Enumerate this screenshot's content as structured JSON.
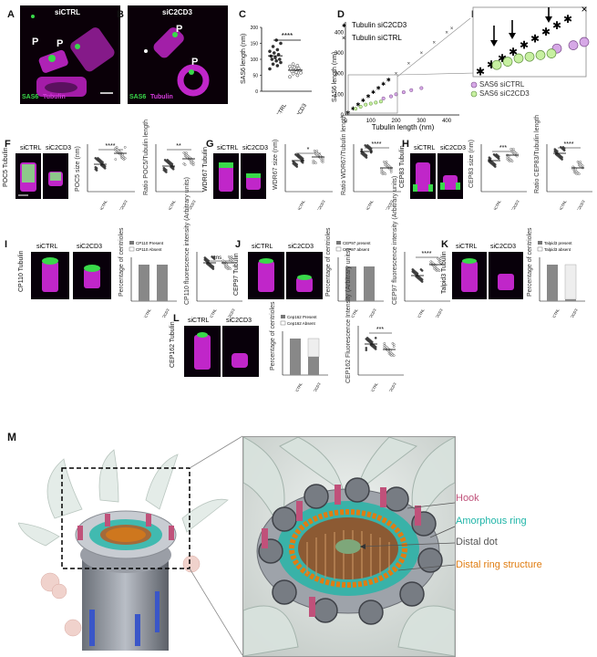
{
  "panels": {
    "A": {
      "letter": "A",
      "label": "siCTRL",
      "p_marks": [
        "P",
        "P"
      ],
      "legend_a": "SAS6",
      "legend_b": "Tubulin"
    },
    "B": {
      "letter": "B",
      "label": "siC2CD3",
      "p_marks": [
        "P",
        "P"
      ],
      "legend_a": "SAS6",
      "legend_b": "Tubulin"
    },
    "C": {
      "letter": "C",
      "ylabel": "SAS6 length (nm)",
      "sig": "****",
      "x_ticks": [
        "siCTRL",
        "siC2CD3"
      ],
      "y_ticks": [
        "0",
        "50",
        "100",
        "150",
        "200"
      ]
    },
    "D": {
      "letter": "D",
      "ylabel": "SAS6 length (nm)",
      "xlabel": "Tubulin length (nm)",
      "legend": [
        "Tubulin siC2CD3",
        "Tubulin siCTRL"
      ],
      "x_ticks": [
        "0",
        "100",
        "200",
        "300",
        "400"
      ],
      "y_ticks": [
        "0",
        "100",
        "200",
        "300",
        "400"
      ]
    },
    "E": {
      "letter": "E",
      "legend": [
        "SAS6 siCTRL",
        "SAS6 siC2CD3"
      ]
    },
    "F": {
      "letter": "F",
      "stain": "POC5 Tubulin",
      "labels": [
        "siCTRL",
        "siC2CD3"
      ],
      "sig1": "****",
      "sig2": "**",
      "y1": "POC5 size (nm)",
      "y2": "Ratio POC5/Tubulin length"
    },
    "G": {
      "letter": "G",
      "stain": "WDR67 Tubulin",
      "labels": [
        "siCTRL",
        "siC2CD3"
      ],
      "sig1": "*",
      "sig2": "****",
      "y1": "WDR67 size (nm)",
      "y2": "Ratio WDR67/Tubulin length"
    },
    "H": {
      "letter": "H",
      "stain": "CEP83 Tubulin",
      "labels": [
        "siCTRL",
        "siC2CD3"
      ],
      "sig1": "***",
      "sig2": "****",
      "y1": "CEP83 size (nm)",
      "y2": "Ratio CEP83/Tubulin length"
    },
    "I": {
      "letter": "I",
      "stain": "CP110 Tubulin",
      "labels": [
        "siCTRL",
        "siC2CD3"
      ],
      "legend": [
        "CP110 Present",
        "CP110 Absent"
      ],
      "sig": "ns",
      "y1": "Percentage of centrioles",
      "y2": "CP110 fluorescence intensity (Arbitrary units)"
    },
    "J": {
      "letter": "J",
      "stain": "CEP97 Tubulin",
      "labels": [
        "siCTRL",
        "siC2CD3"
      ],
      "legend": [
        "CEP97 present",
        "CEP97 absent"
      ],
      "sig": "****",
      "y1": "Percentage of centrioles",
      "y2": "CEP97 fluorescence intensity (Arbitrary units)"
    },
    "K": {
      "letter": "K",
      "stain": "Talpid3 Tubulin",
      "labels": [
        "siCTRL",
        "siC2CD3"
      ],
      "legend": [
        "Talpid3 present",
        "Talpid3 absent"
      ],
      "y1": "Percentage of centrioles"
    },
    "L": {
      "letter": "L",
      "stain": "CEP162 Tubulin",
      "labels": [
        "siCTRL",
        "siC2CD3"
      ],
      "legend": [
        "Cep162 Present",
        "Cep162 Absent"
      ],
      "sig": "***",
      "y1": "Percentage of centrioles",
      "y2": "CEP162 Fluorescence Intensity (Arbitrary units)"
    },
    "M": {
      "letter": "M",
      "callouts": [
        "Hook",
        "Amorphous ring",
        "Distal dot",
        "Distal ring structure"
      ]
    }
  },
  "colors": {
    "magenta": "#c026c9",
    "green": "#39d94a",
    "hook": "#c0517a",
    "amorphous": "#1fb5a8",
    "distal_dot": "#555555",
    "distal_ring": "#e07d12"
  },
  "chart_data": [
    {
      "type": "scatter",
      "panel": "C",
      "title": "",
      "ylabel": "SAS6 length (nm)",
      "categories": [
        "siCTRL",
        "siC2CD3"
      ],
      "ylim": [
        0,
        200
      ],
      "series": [
        {
          "name": "siCTRL",
          "values": [
            70,
            80,
            85,
            90,
            95,
            100,
            100,
            105,
            110,
            115,
            120,
            125,
            130,
            140,
            150,
            160
          ]
        },
        {
          "name": "siC2CD3",
          "values": [
            45,
            50,
            55,
            58,
            60,
            62,
            65,
            68,
            70,
            72,
            75,
            78,
            80,
            85
          ]
        }
      ]
    },
    {
      "type": "scatter",
      "panel": "D",
      "xlabel": "Tubulin length (nm)",
      "ylabel": "SAS6 length (nm)",
      "xlim": [
        0,
        450
      ],
      "ylim": [
        0,
        450
      ],
      "series": [
        {
          "name": "Tubulin siC2CD3",
          "x": [
            10,
            30,
            50,
            70,
            90,
            110,
            130,
            150,
            170
          ],
          "y": [
            10,
            30,
            50,
            70,
            90,
            110,
            130,
            150,
            170
          ]
        },
        {
          "name": "Tubulin siCTRL",
          "x": [
            200,
            250,
            300,
            350,
            400,
            420
          ],
          "y": [
            200,
            250,
            300,
            350,
            400,
            420
          ]
        },
        {
          "name": "SAS6 siCTRL",
          "x": [
            150,
            180,
            200,
            230,
            260,
            300
          ],
          "y": [
            80,
            90,
            100,
            110,
            120,
            130
          ]
        },
        {
          "name": "SAS6 siC2CD3",
          "x": [
            40,
            60,
            80,
            100,
            120,
            140
          ],
          "y": [
            30,
            40,
            50,
            55,
            60,
            65
          ]
        }
      ]
    }
  ]
}
